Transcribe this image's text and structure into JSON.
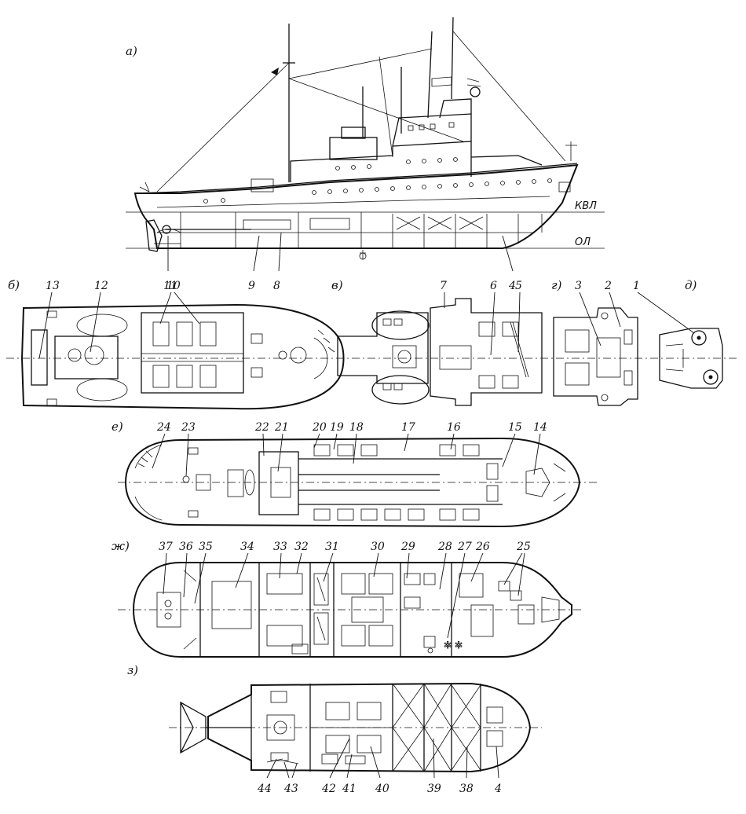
{
  "view_labels": {
    "a": "а)",
    "b": "б)",
    "v": "в)",
    "g": "г)",
    "d": "д)",
    "e": "е)",
    "zh": "ж)",
    "z": "з)"
  },
  "waterlines": {
    "kvl": "КВЛ",
    "ol": "ОЛ"
  },
  "callouts": {
    "profile": [
      "11",
      "9",
      "8",
      "4"
    ],
    "deck_b": [
      "13",
      "12",
      "10"
    ],
    "deck_v": [
      "7",
      "6",
      "5"
    ],
    "deck_g": [
      "3",
      "2"
    ],
    "deck_d": [
      "1"
    ],
    "deck_e": [
      "24",
      "23",
      "22",
      "21",
      "20",
      "19",
      "18",
      "17",
      "16",
      "15",
      "14"
    ],
    "deck_zh": [
      "37",
      "36",
      "35",
      "34",
      "33",
      "32",
      "31",
      "30",
      "29",
      "28",
      "27",
      "26",
      "25"
    ],
    "deck_z": [
      "44",
      "43",
      "42",
      "41",
      "40",
      "39",
      "38",
      "4"
    ]
  }
}
